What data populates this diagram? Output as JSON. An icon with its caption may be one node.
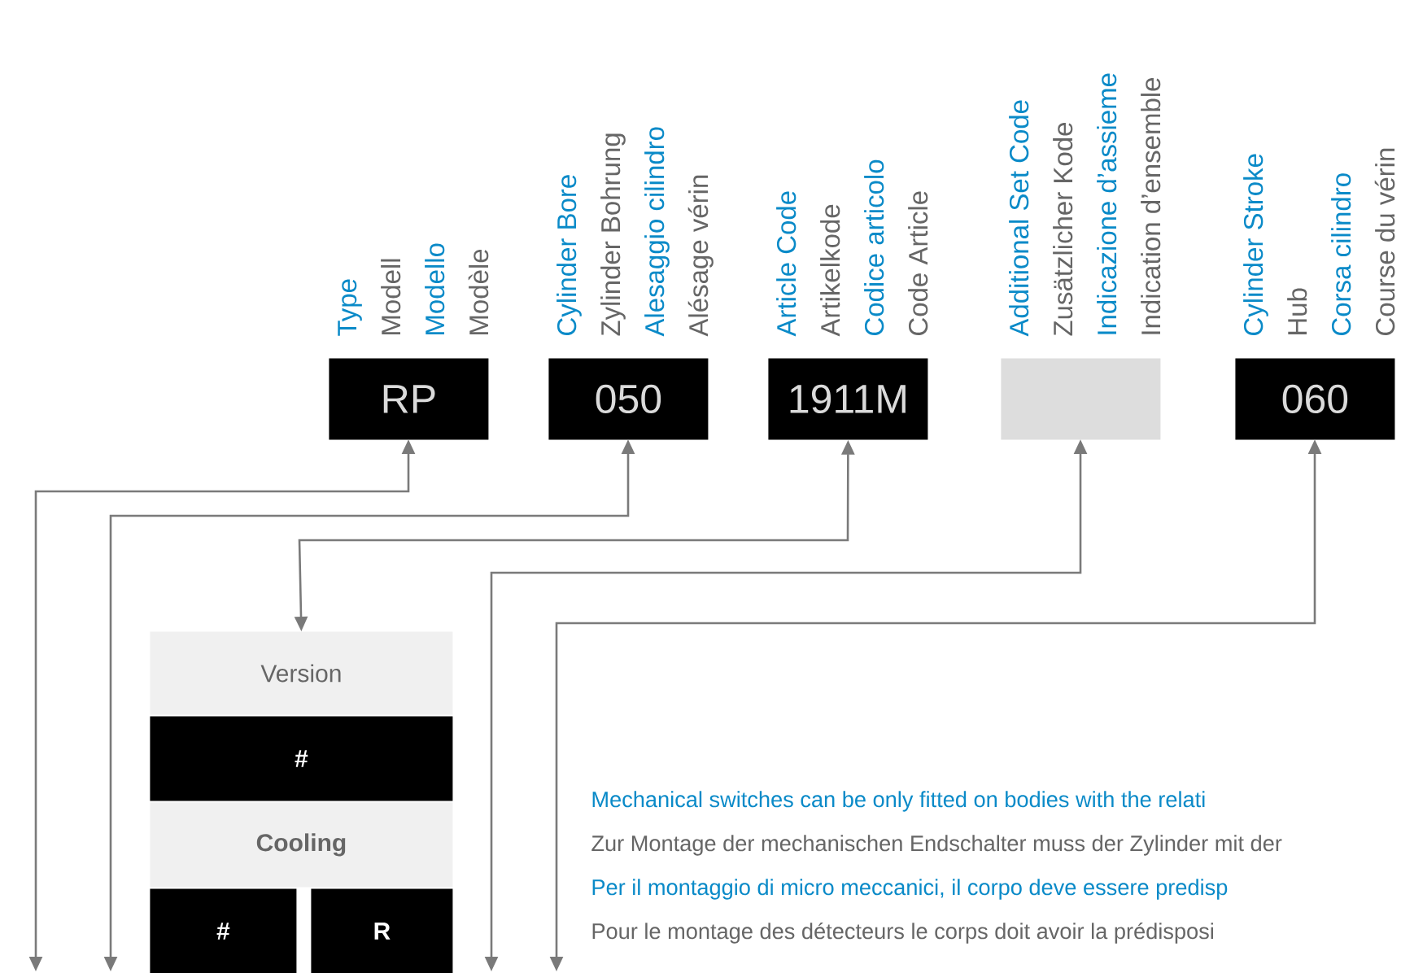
{
  "diagram": {
    "nodes": [
      {
        "text": [
          "Type",
          "Modell",
          "Modello",
          "Modèle",
          "RP"
        ]
      },
      {
        "text": [
          "Cylinder Bore",
          "Zylinder Bohrung",
          "Alesaggio cilindro",
          "Alésage vérin",
          "050"
        ]
      },
      {
        "text": [
          "Article Code",
          "Artikelkode",
          "Codice articolo",
          "Code Article",
          "1911M"
        ]
      },
      {
        "text": [
          "Additional Set Code",
          "Zusätzlicher Kode",
          "Indicazione d’assieme",
          "Indication d’ensemble"
        ]
      },
      {
        "text": [
          "Cylinder Stroke",
          "Hub",
          "Corsa cilindro",
          "Course du vérin",
          "060"
        ]
      },
      {
        "text": [
          "Version"
        ]
      },
      {
        "text": [
          "#"
        ]
      },
      {
        "text": [
          "Cooling"
        ]
      },
      {
        "text": [
          "#"
        ]
      },
      {
        "text": [
          "R"
        ]
      }
    ],
    "edges": [
      {
        "from": null,
        "to": 0,
        "arrow": "both"
      },
      {
        "from": null,
        "to": 1,
        "arrow": "both"
      },
      {
        "from": 2,
        "to": 5,
        "arrow": "both"
      },
      {
        "from": null,
        "to": 3,
        "arrow": "both"
      },
      {
        "from": null,
        "to": 4,
        "arrow": "both"
      }
    ],
    "labels": [
      "Mechanical switches can be only fitted on bodies with the relati",
      "Zur Montage der mechanischen Endschalter muss der Zylinder mit der",
      "Per il montaggio di micro meccanici, il corpo deve essere predisp",
      "Pour le montage des détecteurs le corps doit avoir la prédisposi"
    ]
  }
}
